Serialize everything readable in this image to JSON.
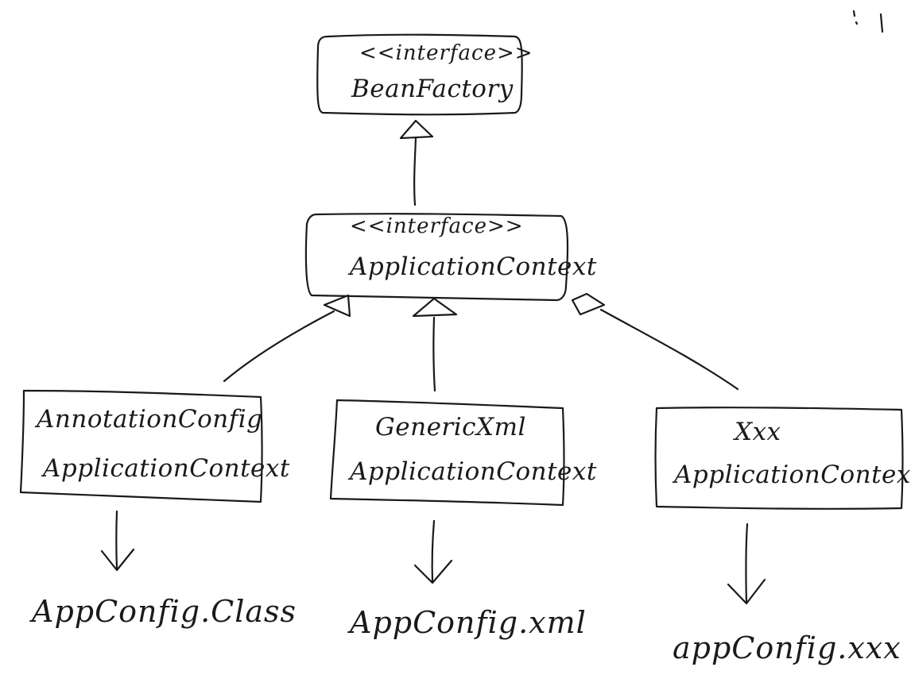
{
  "nodes": {
    "bean_factory": {
      "stereotype": "<<interface>>",
      "name": "BeanFactory"
    },
    "application_context": {
      "stereotype": "<<interface>>",
      "name": "ApplicationContext"
    },
    "annotation_config": {
      "line1": "AnnotationConfig",
      "line2": "ApplicationContext"
    },
    "generic_xml": {
      "line1": "GenericXml",
      "line2": "ApplicationContext"
    },
    "xxx": {
      "line1": "Xxx",
      "line2": "ApplicationContext"
    }
  },
  "files": {
    "annotation": "AppConfig.Class",
    "xml": "AppConfig.xml",
    "xxx": "appConfig.xxx"
  },
  "colors": {
    "ink": "#1a1a1a",
    "background": "#ffffff"
  }
}
